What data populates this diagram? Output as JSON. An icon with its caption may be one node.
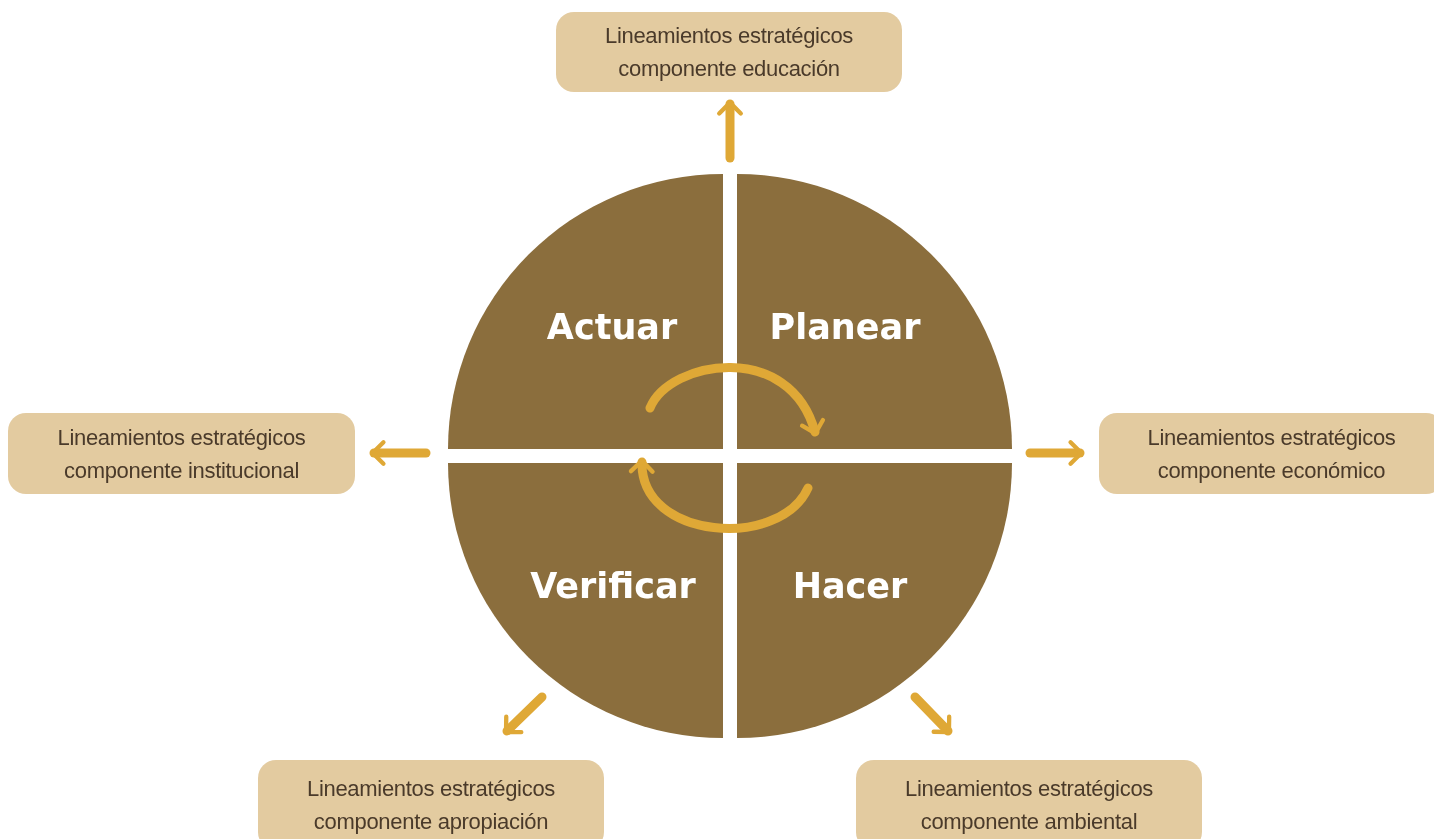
{
  "diagram": {
    "nodes": [
      {
        "text": [
          "Lineamientos estratégicos componente educación"
        ]
      },
      {
        "text": [
          "Actuar"
        ]
      },
      {
        "text": [
          "Planear"
        ]
      },
      {
        "text": [
          "Lineamientos estratégicos componente institucional"
        ]
      },
      {
        "text": [
          "Lineamientos estratégicos componente económico"
        ]
      },
      {
        "text": [
          "Verificar"
        ]
      },
      {
        "text": [
          "Hacer"
        ]
      },
      {
        "text": [
          "Lineamientos estratégicos componente apropiación"
        ]
      },
      {
        "text": [
          "Lineamientos estratégicos componente ambiental"
        ]
      }
    ],
    "edges": [
      {
        "from": null,
        "to": 0,
        "arrow": "to"
      },
      {
        "from": null,
        "to": 3,
        "arrow": "to"
      },
      {
        "from": null,
        "to": 4,
        "arrow": "to"
      },
      {
        "from": 5,
        "to": 7,
        "arrow": "to"
      },
      {
        "from": 6,
        "to": 8,
        "arrow": "to"
      },
      {
        "from": 1,
        "to": 2,
        "arrow": "to"
      },
      {
        "from": 6,
        "to": 5,
        "arrow": "to"
      }
    ]
  }
}
